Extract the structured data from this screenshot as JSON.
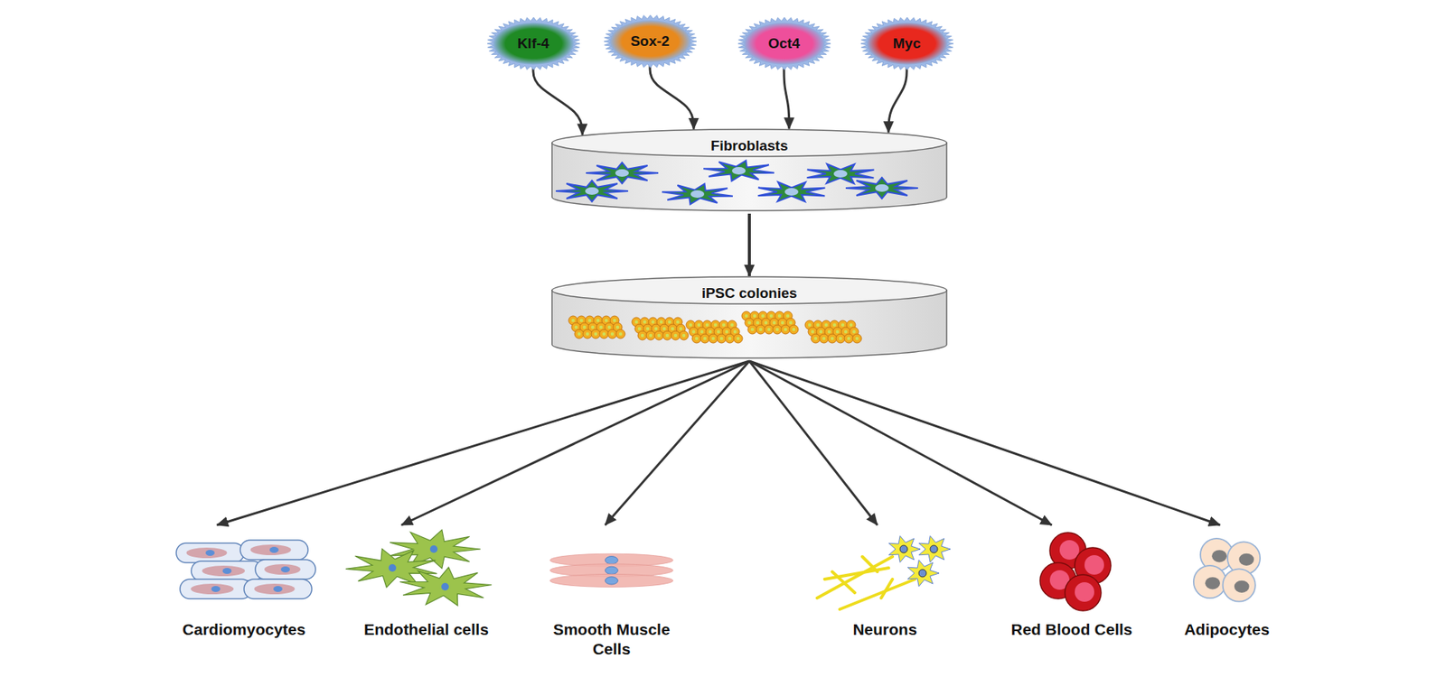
{
  "diagram": {
    "nodes": [
      {
        "text": [
          "Klf-4"
        ]
      },
      {
        "text": [
          "Sox-2"
        ]
      },
      {
        "text": [
          "Oct4"
        ]
      },
      {
        "text": [
          "Myc"
        ]
      },
      {
        "text": [
          "Fibroblasts"
        ]
      },
      {
        "text": [
          "iPSC colonies"
        ]
      },
      {
        "text": [
          "Cardiomyocytes"
        ]
      },
      {
        "text": [
          "Endothelial cells"
        ]
      },
      {
        "text": [
          "Smooth Muscle Cells"
        ]
      },
      {
        "text": [
          "Neurons"
        ]
      },
      {
        "text": [
          "Red Blood Cells"
        ]
      },
      {
        "text": [
          "Adipocytes"
        ]
      }
    ],
    "edges": [
      {
        "from": 0,
        "to": 4,
        "arrow": "to"
      },
      {
        "from": 1,
        "to": 4,
        "arrow": "to"
      },
      {
        "from": 2,
        "to": 4,
        "arrow": "to"
      },
      {
        "from": 3,
        "to": 4,
        "arrow": "to"
      },
      {
        "from": 4,
        "to": 5,
        "arrow": "to"
      },
      {
        "from": 5,
        "to": 6,
        "arrow": "to"
      },
      {
        "from": 5,
        "to": 7,
        "arrow": "to"
      },
      {
        "from": 5,
        "to": 8,
        "arrow": "to"
      },
      {
        "from": 5,
        "to": 9,
        "arrow": "to"
      },
      {
        "from": 5,
        "to": 10,
        "arrow": "to"
      },
      {
        "from": 5,
        "to": 11,
        "arrow": "to"
      }
    ]
  }
}
